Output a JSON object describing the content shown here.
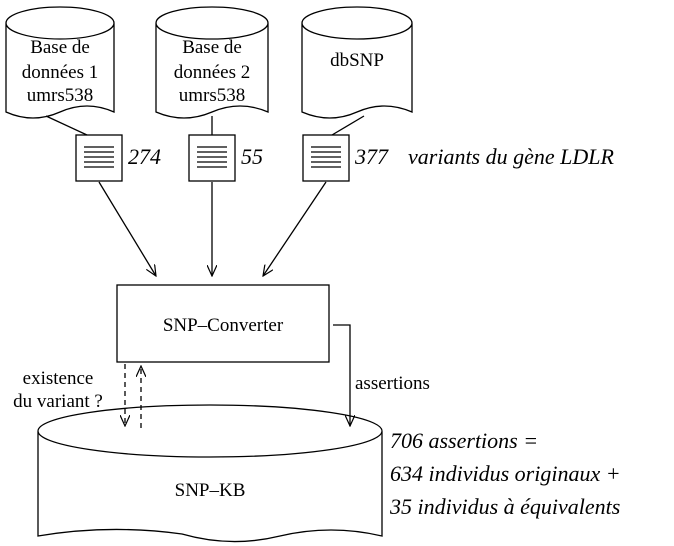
{
  "sources": [
    {
      "lines": [
        "Base de",
        "données 1",
        "umrs538"
      ],
      "count": "274"
    },
    {
      "lines": [
        "Base de",
        "données 2",
        "umrs538"
      ],
      "count": "55"
    },
    {
      "lines": [
        "dbSNP"
      ],
      "count": "377"
    }
  ],
  "variants_label": "variants du gène LDLR",
  "converter": "SNP–Converter",
  "check_label": [
    "existence",
    "du variant ?"
  ],
  "assertions_label": "assertions",
  "kb": "SNP–KB",
  "kb_note": [
    "706 assertions =",
    "634 individus originaux +",
    "35 individus à équivalents"
  ]
}
